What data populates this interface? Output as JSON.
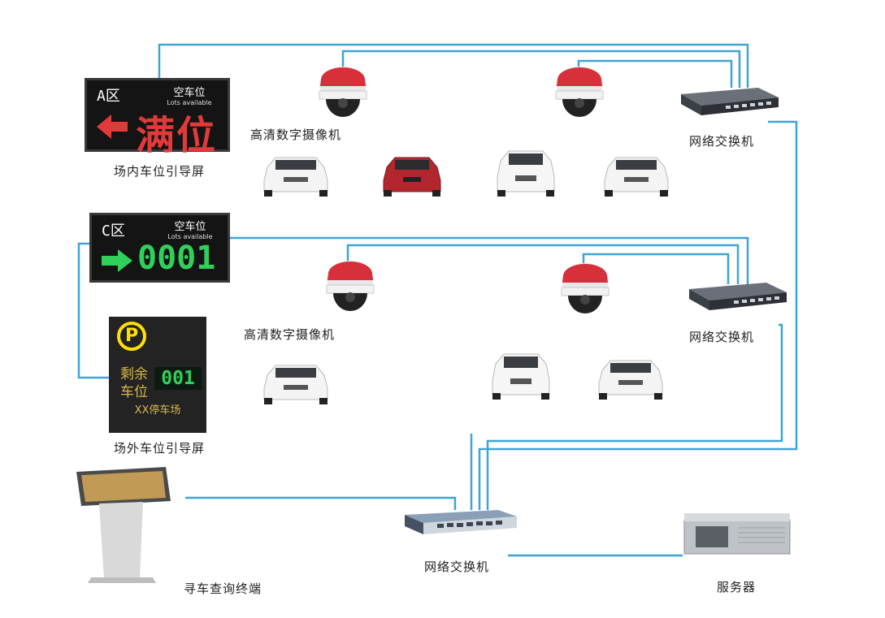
{
  "colors": {
    "line": "#3da4d6",
    "red_led": "#e23a3a",
    "green_led": "#31d05a",
    "gold": "#d9b84a",
    "yellow": "#ffe000"
  },
  "indoor_board_a": {
    "zone": "A区",
    "title": "空车位",
    "subtitle": "Lots available",
    "status": "满位",
    "arrow_icon": "left-arrow-icon"
  },
  "indoor_board_c": {
    "zone": "C区",
    "title": "空车位",
    "subtitle": "Lots available",
    "count": "0001",
    "arrow_icon": "right-arrow-icon"
  },
  "outdoor_board": {
    "parking_icon": "P",
    "remaining_label_1": "剩余",
    "remaining_label_2": "车位",
    "count": "001",
    "lot_name": "XX停车场"
  },
  "labels": {
    "indoor_screen": "场内车位引导屏",
    "outdoor_screen": "场外车位引导屏",
    "camera_top": "高清数字摄像机",
    "camera_mid": "高清数字摄像机",
    "switch_top": "网络交换机",
    "switch_mid": "网络交换机",
    "switch_bottom": "网络交换机",
    "kiosk": "寻车查询终端",
    "server": "服务器"
  }
}
